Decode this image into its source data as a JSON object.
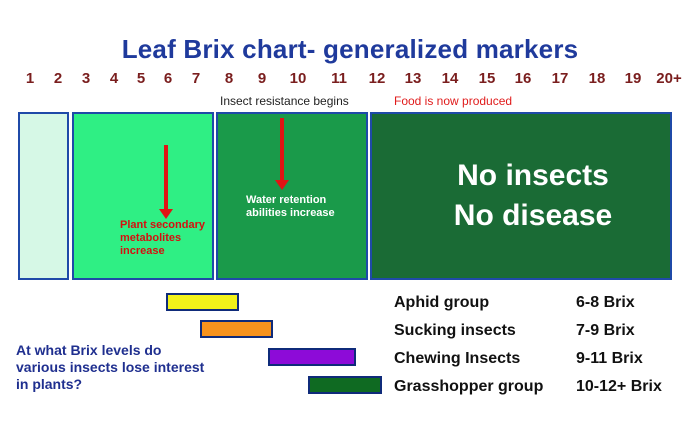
{
  "title": "Leaf Brix chart- generalized markers",
  "scale": [
    "1",
    "2",
    "3",
    "4",
    "5",
    "6",
    "7",
    "8",
    "9",
    "10",
    "11",
    "12",
    "13",
    "14",
    "15",
    "16",
    "17",
    "18",
    "19",
    "20+"
  ],
  "annotations": {
    "insect_resistance": "Insect resistance begins",
    "food_produced": "Food is now produced"
  },
  "boxes": {
    "box2_label": "Plant secondary metabolites increase",
    "box3_label": "Water retention abilities increase",
    "box4_line1": "No insects",
    "box4_line2": "No disease"
  },
  "question": "At what Brix levels do various insects lose interest in plants?",
  "groups": [
    {
      "name": "Aphid group",
      "brix": "6-8 Brix",
      "color": "#f2f21a"
    },
    {
      "name": "Sucking insects",
      "brix": "7-9 Brix",
      "color": "#f7931d"
    },
    {
      "name": "Chewing Insects",
      "brix": "9-11 Brix",
      "color": "#8d0bd8"
    },
    {
      "name": "Grasshopper group",
      "brix": "10-12+ Brix",
      "color": "#0f6a22"
    }
  ],
  "colors": {
    "title": "#1f3a9c",
    "scale": "#7a1e1e",
    "arrow": "#e01414",
    "box1": "#d6f8e6",
    "box2": "#2fef84",
    "box3": "#1a9a4a",
    "box4": "#1a6b35"
  }
}
